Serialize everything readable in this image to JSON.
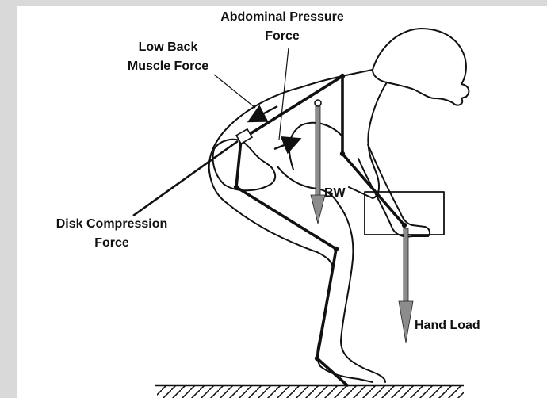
{
  "diagram": {
    "labels": {
      "abdominal_line1": "Abdominal Pressure",
      "abdominal_line2": "Force",
      "lowback_line1": "Low Back",
      "lowback_line2": "Muscle Force",
      "disk_line1": "Disk Compression",
      "disk_line2": "Force",
      "bw": "BW",
      "hand_load": "Hand Load"
    },
    "colors": {
      "ink": "#111111",
      "arrow_gray": "#8c8c8c",
      "frame_gray": "#d9d9d9"
    }
  }
}
